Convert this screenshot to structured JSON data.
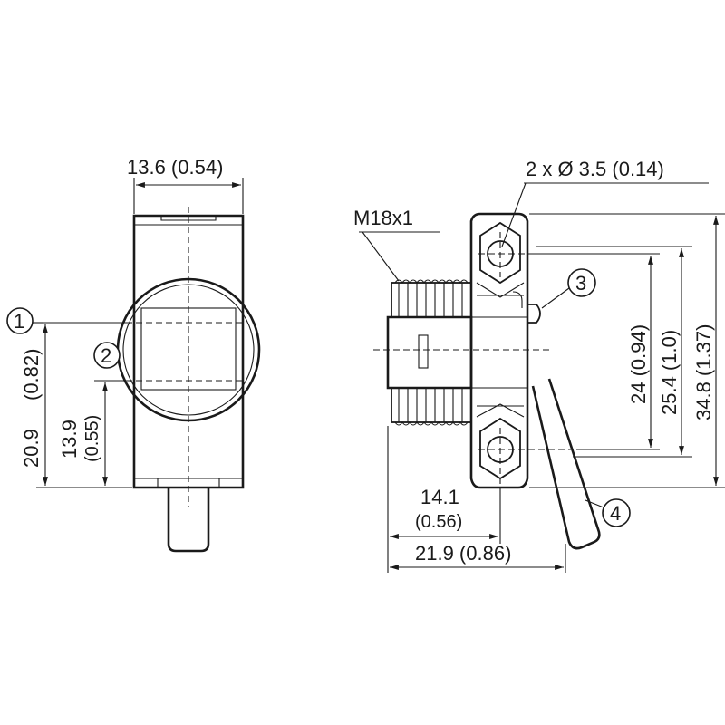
{
  "dimensions": {
    "width_front": "13.6 (0.54)",
    "height_callout1_mm": "20.9",
    "height_callout1_in": "(0.82)",
    "height_callout2_mm": "13.9",
    "height_callout2_in": "(0.55)",
    "hole_spec": "2 x Ø 3.5 (0.14)",
    "thread": "M18x1",
    "hole_spacing": "24 (0.94)",
    "slot_spacing": "25.4 (1.0)",
    "overall_height": "34.8 (1.37)",
    "depth_mm": "14.1",
    "depth_in": "(0.56)",
    "overall_depth": "21.9 (0.86)"
  },
  "callouts": [
    "1",
    "2",
    "3",
    "4"
  ]
}
